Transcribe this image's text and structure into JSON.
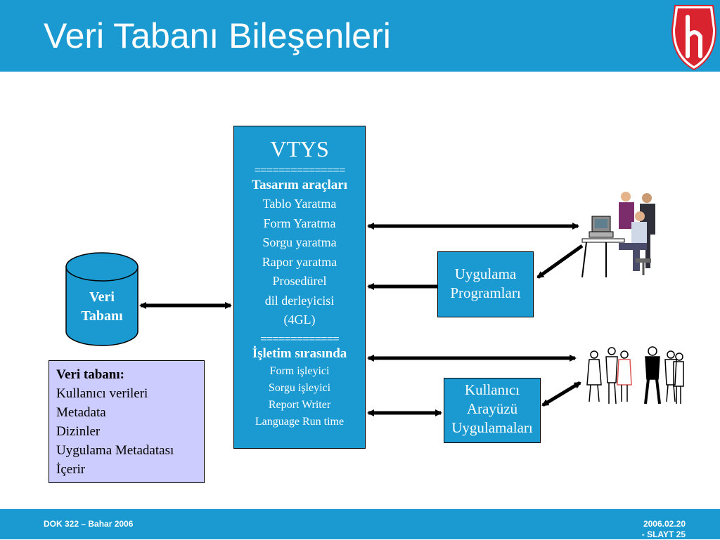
{
  "slide": {
    "title": "Veri Tabanı Bileşenleri",
    "footer_left": "DOK 322 – Bahar 2006",
    "footer_right_date": "2006.02.20",
    "footer_right_slide": "- SLAYT 25"
  },
  "database": {
    "label_line1": "Veri",
    "label_line2": "Tabanı"
  },
  "vtys": {
    "title": "VTYS",
    "separator1": "===============",
    "design_header": "Tasarım araçları",
    "design_items": [
      "Tablo Yaratma",
      "Form Yaratma",
      "Sorgu yaratma",
      "Rapor yaratma",
      "Prosedürel",
      "dil derleyicisi",
      "(4GL)"
    ],
    "separator2": "=============",
    "runtime_header": "İşletim sırasında",
    "runtime_items": [
      "Form işleyici",
      "Sorgu işleyici",
      "Report Writer",
      "Language Run time"
    ]
  },
  "app_programs": {
    "line1": "Uygulama",
    "line2": "Programları"
  },
  "user_interface": {
    "line1": "Kullanıcı",
    "line2": "Arayüzü",
    "line3": "Uygulamaları"
  },
  "info_box": {
    "header": "Veri tabanı:",
    "items": [
      "Kullanıcı verileri",
      "Metadata",
      "Dizinler",
      "Uygulama Metadatası",
      "İçerir"
    ]
  },
  "colors": {
    "header_blue": "#1a9ad1",
    "info_bg": "#ccccff",
    "logo_red": "#d9232e"
  },
  "icons": [
    "hacettepe-logo",
    "office-workers-computer-clipart",
    "users-group-clipart"
  ]
}
